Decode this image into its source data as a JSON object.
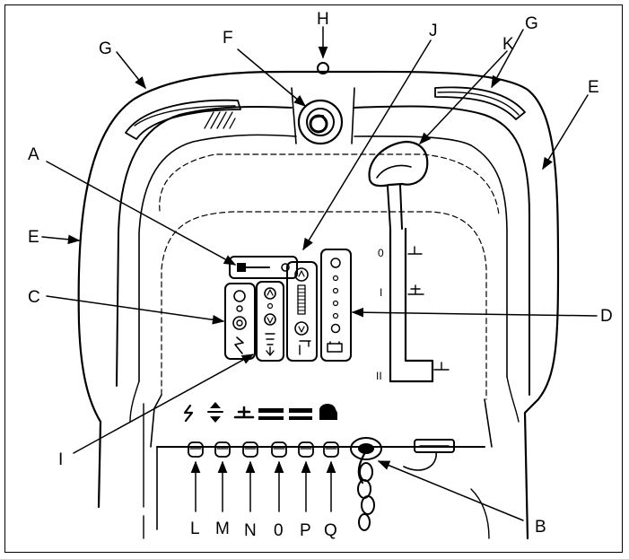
{
  "labels": {
    "A": "A",
    "B": "B",
    "C": "C",
    "D": "D",
    "E_left": "E",
    "E_right": "E",
    "F": "F",
    "G_left": "G",
    "G_right": "G",
    "H": "H",
    "I": "I",
    "J": "J",
    "K": "K",
    "L": "L",
    "M": "M",
    "N": "N",
    "zero": "0",
    "P": "P",
    "Q": "Q"
  },
  "lever_positions": {
    "pos0": "0",
    "pos1": "I",
    "pos2": "II"
  },
  "colors": {
    "ink": "#000000",
    "background": "#ffffff"
  }
}
